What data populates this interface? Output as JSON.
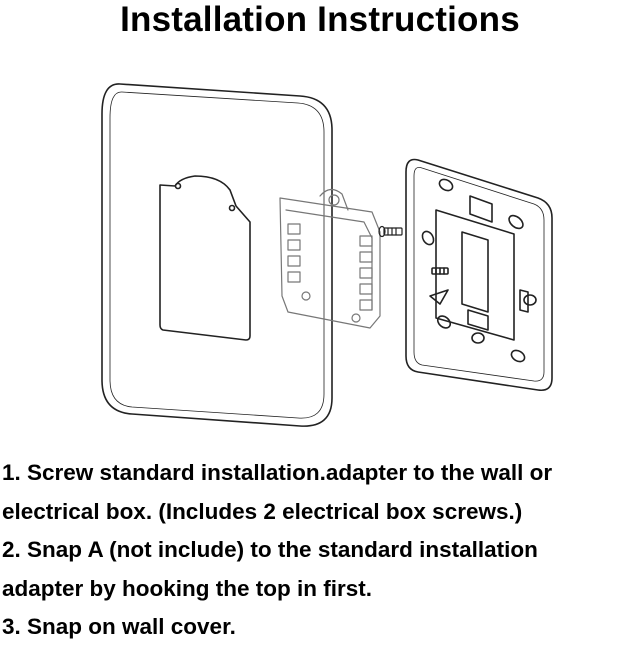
{
  "title": "Installation Instructions",
  "steps": [
    "1. Screw standard installation.adapter to the wall or",
    "electrical box. (Includes 2 electrical box screws.)",
    "2. Snap A (not include) to the standard installation",
    "adapter by hooking the top in first.",
    "3. Snap on wall cover."
  ],
  "diagram": {
    "parts": [
      "wall-cover",
      "thermostat-module",
      "screw",
      "installation-adapter"
    ],
    "line_color": "#222222"
  }
}
